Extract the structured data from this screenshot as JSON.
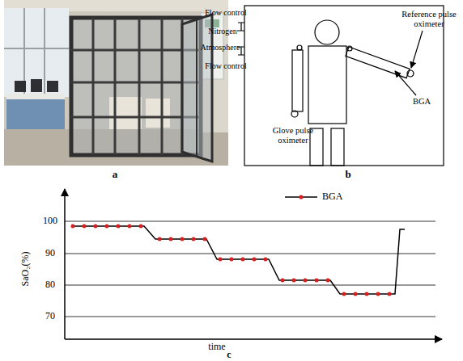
{
  "diagram": {
    "labels": [
      "a",
      "Flow control",
      "Nitrogen",
      "Atmosphere",
      "Flow control",
      "Glove pulse oximeter",
      "Reference pulse oximeter",
      "BGA",
      "b",
      "100",
      "90",
      "80",
      "70",
      "SaO₂(%)",
      "time",
      "c"
    ],
    "legend": [
      {
        "text": "BGA"
      }
    ]
  }
}
